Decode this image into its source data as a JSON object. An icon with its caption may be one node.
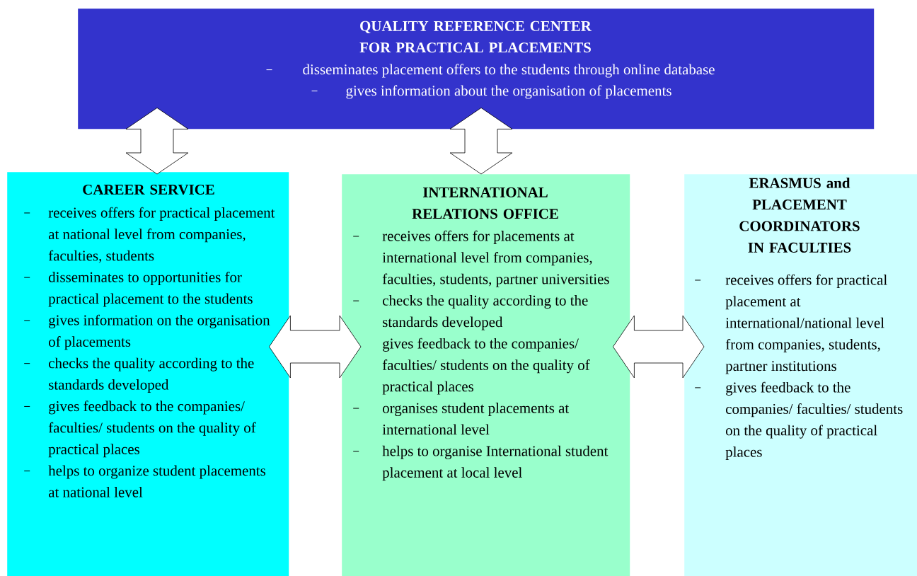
{
  "diagram": {
    "nodes": [
      {
        "text": [
          "QUALITY REFERENCE CENTER FOR PRACTICAL PLACEMENTS",
          "disseminates placement offers to the students through online database",
          "gives information about the organisation of placements"
        ]
      },
      {
        "text": [
          "CAREER SERVICE",
          "receives offers for practical placement at national level from companies, faculties, students",
          "disseminates to opportunities for practical placement to the students",
          "gives information on the organisation of placements",
          "checks the quality according to the standards developed",
          "gives feedback to the companies/ faculties/ students on the quality of practical places",
          "helps to organize student placements at national level"
        ]
      },
      {
        "text": [
          "INTERNATIONAL RELATIONS OFFICE",
          "receives offers for placements at international level from companies, faculties, students, partner universities",
          "checks the quality according to the standards developed",
          "gives feedback to the companies/ faculties/ students on the quality of practical places",
          "organises student placements at international level",
          "helps to organise International student placement at local level"
        ]
      },
      {
        "text": [
          "ERASMUS and PLACEMENT COORDINATORS IN FACULTIES",
          "receives offers for practical placement at international/national level from companies, students, partner institutions",
          "gives feedback to the companies/ faculties/ students on the quality of practical places"
        ]
      }
    ],
    "edges": [
      {
        "from": 0,
        "to": 1,
        "arrow": "both"
      },
      {
        "from": 0,
        "to": 2,
        "arrow": "both"
      },
      {
        "from": 1,
        "to": 2,
        "arrow": "both"
      },
      {
        "from": 2,
        "to": 3,
        "arrow": "both"
      }
    ]
  }
}
